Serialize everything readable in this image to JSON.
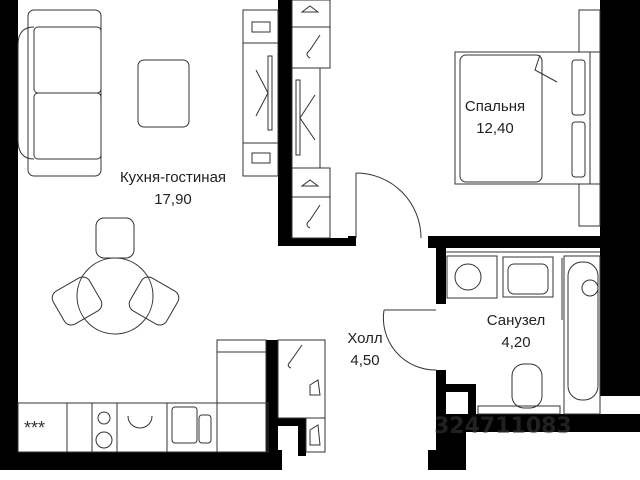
{
  "plan": {
    "type": "apartment-floor-plan",
    "rooms": [
      {
        "name": "Кухня-гостиная",
        "area": "17,90"
      },
      {
        "name": "Спальня",
        "area": "12,40"
      },
      {
        "name": "Холл",
        "area": "4,50"
      },
      {
        "name": "Санузел",
        "area": "4,20"
      }
    ],
    "watermark": "324711083",
    "colors": {
      "wall": "#000000",
      "line": "#333333",
      "background": "#ffffff"
    },
    "furniture_icons": [
      "sofa-icon",
      "coffee-table-icon",
      "dining-table-icon",
      "chair-icon",
      "wardrobe-icon",
      "hanger-icon",
      "bed-icon",
      "pillow-icon",
      "stove-icon",
      "dishwasher-icon",
      "sink-icon",
      "fridge-icon",
      "washing-machine-icon",
      "washbasin-icon",
      "bathtub-icon",
      "toilet-icon",
      "door-icon",
      "shoe-icon"
    ]
  }
}
